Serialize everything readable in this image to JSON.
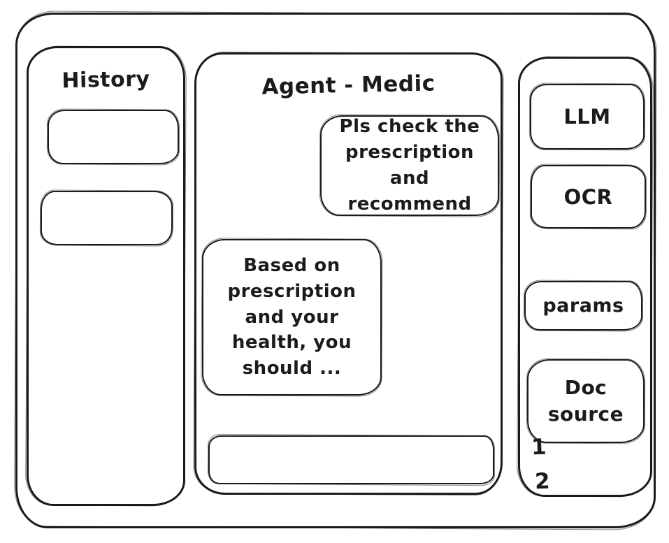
{
  "colors": {
    "ink": "#1b1b1b",
    "background": "#ffffff"
  },
  "history_panel": {
    "title": "History",
    "items": [
      {
        "label": ""
      },
      {
        "label": ""
      }
    ]
  },
  "chat_panel": {
    "title": "Agent - Medic",
    "messages": [
      {
        "role": "user",
        "text": "Pls check the\nprescription\nand recommend"
      },
      {
        "role": "assistant",
        "text": "Based on\nprescription\nand your\nhealth, you\nshould ..."
      }
    ],
    "input": {
      "value": "",
      "placeholder": ""
    }
  },
  "tools_panel": {
    "buttons": [
      {
        "label": "LLM"
      },
      {
        "label": "OCR"
      },
      {
        "label": "params"
      },
      {
        "label": "Doc\nsource"
      }
    ],
    "doc_list": [
      {
        "label": "1"
      },
      {
        "label": "2"
      }
    ]
  }
}
